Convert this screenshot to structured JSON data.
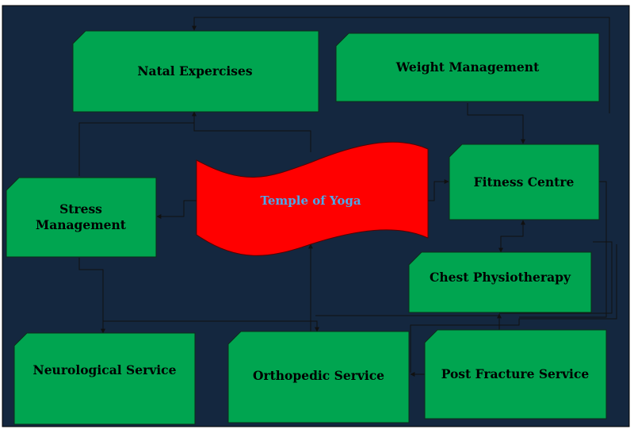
{
  "diagram": {
    "background": "#14273F",
    "node_color": "#00A550",
    "center_color": "#FF0000",
    "center_text_color": "#4FA7E8",
    "line_color": "#111111",
    "center": {
      "label": "Temple of Yoga"
    },
    "nodes": {
      "natal": {
        "label": "Natal Expercises"
      },
      "weight": {
        "label": "Weight Management"
      },
      "fitness": {
        "label": "Fitness Centre"
      },
      "stress": {
        "label_line1": "Stress",
        "label_line2": "Management"
      },
      "chest": {
        "label": "Chest Physiotherapy"
      },
      "neuro": {
        "label": "Neurological Service"
      },
      "ortho": {
        "label": "Orthopedic Service"
      },
      "fracture": {
        "label": "Post Fracture Service"
      }
    }
  }
}
